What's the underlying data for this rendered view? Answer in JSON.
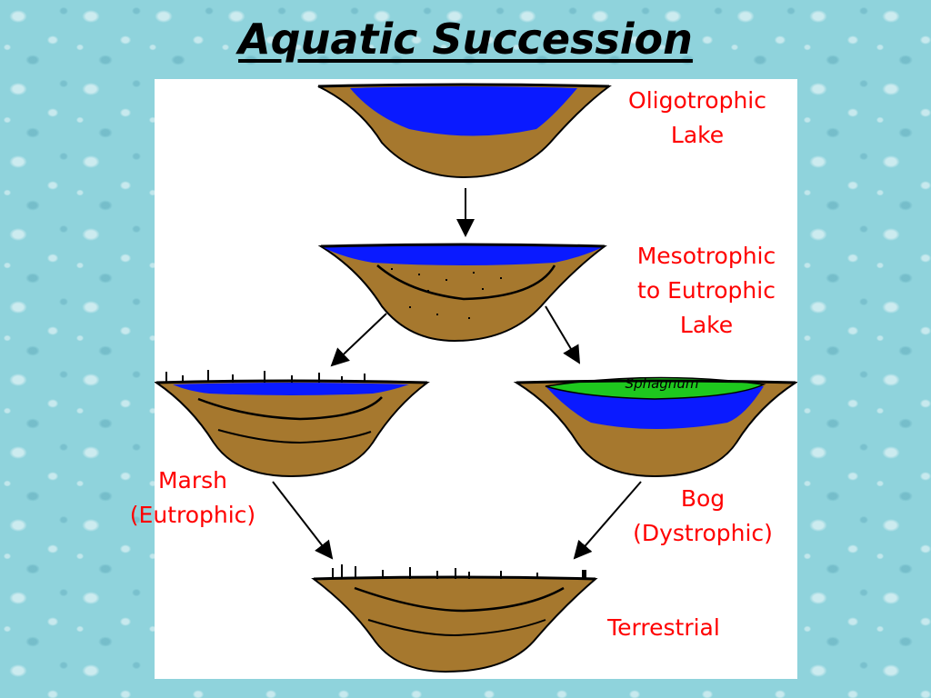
{
  "title": "Aquatic Succession",
  "labels": {
    "oligotrophic": "Oligotrophic\nLake",
    "mesotrophic": "Mesotrophic\nto Eutrophic\nLake",
    "marsh": "Marsh\n(Eutrophic)",
    "bog": "Bog\n(Dystrophic)",
    "terrestrial": "Terrestrial",
    "sphagnum": "Sphagnum"
  },
  "colors": {
    "water": "#0a1aff",
    "sediment": "#a6782e",
    "sphagnum": "#1ec81e",
    "label": "#ff0000",
    "outline": "#000000"
  }
}
